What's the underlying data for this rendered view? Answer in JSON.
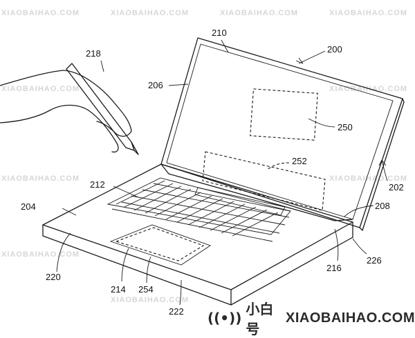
{
  "figure": {
    "ref_labels": {
      "r200": "200",
      "r202": "202",
      "r204": "204",
      "r206": "206",
      "r208": "208",
      "r210": "210",
      "r212": "212",
      "r214": "214",
      "r216": "216",
      "r218": "218",
      "r220": "220",
      "r222": "222",
      "r226": "226",
      "r250": "250",
      "r252": "252",
      "r254": "254"
    }
  },
  "watermark": {
    "brand_cn": "小白号",
    "site": "XIAOBAIHAO.COM",
    "tile_text": "XIAOBAIHAO.COM"
  },
  "colors": {
    "line": "#1a1a1a",
    "watermark": "#d6d6d6",
    "footer_text": "#2a2a2a"
  }
}
